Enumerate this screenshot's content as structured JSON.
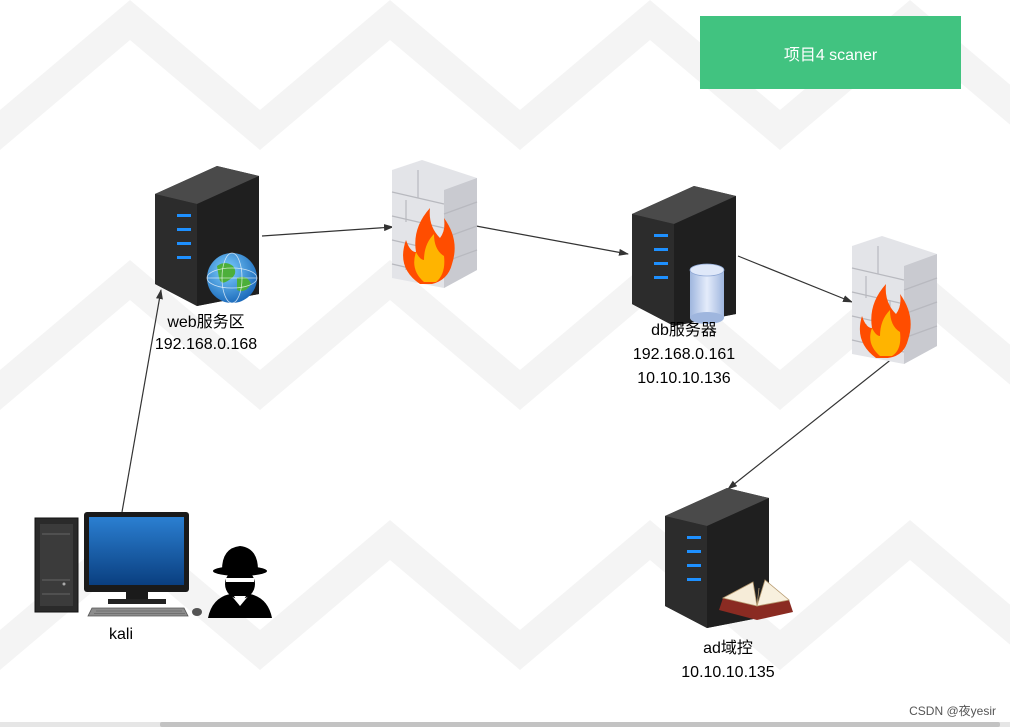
{
  "title_box": {
    "text": "项目4 scaner"
  },
  "nodes": {
    "web": {
      "name": "web服务区",
      "ip1": "192.168.0.168"
    },
    "db": {
      "name": "db服务器",
      "ip1": "192.168.0.161",
      "ip2": "10.10.10.136"
    },
    "ad": {
      "name": "ad域控",
      "ip1": "10.10.10.135"
    },
    "kali": {
      "name": "kali"
    }
  },
  "watermark": "CSDN @夜yesir",
  "colors": {
    "title_bg": "#41c380",
    "server_dark": "#2e2e2e",
    "server_led": "#1e90ff",
    "firewall_brick": "#dcdde2",
    "flame": "#ff6a00"
  }
}
